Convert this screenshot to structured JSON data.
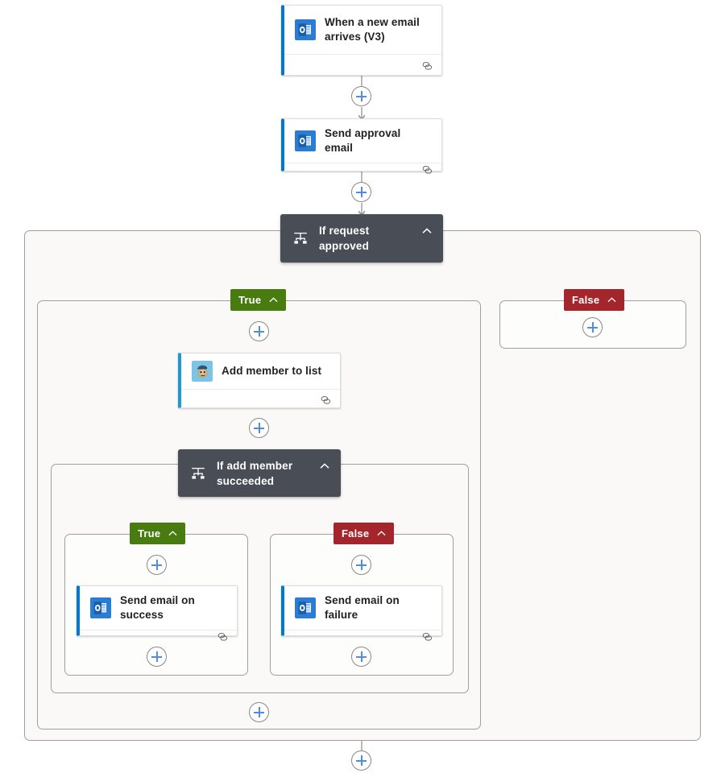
{
  "diagram": {
    "type": "power-automate-flow",
    "canvas_background": "#ffffff",
    "colors": {
      "accent_blue": "#0078d4",
      "mailchimp_teal": "#1d9bd1",
      "condition_dark": "#484d56",
      "true_green": "#487c10",
      "false_red": "#a4262c",
      "scope_background": "#faf9f8",
      "scope_border": "#a19f9d",
      "plus_glyph": "#4f8ede",
      "connector_line": "#979593"
    }
  },
  "nodes": {
    "trigger": {
      "title": "When a new email arrives (V3)",
      "icon": "outlook-icon",
      "footer_icon": "link-icon",
      "accent": "#0078d4"
    },
    "send_approval": {
      "title": "Send approval email",
      "icon": "outlook-icon",
      "footer_icon": "link-icon",
      "accent": "#0078d4"
    },
    "condition_outer": {
      "title": "If request approved",
      "icon": "condition-icon",
      "chevron": "chevron-up-icon"
    },
    "add_member": {
      "title": "Add member to list",
      "icon": "mailchimp-icon",
      "footer_icon": "link-icon",
      "accent": "#1d9bd1"
    },
    "condition_inner": {
      "title": "If add member succeeded",
      "icon": "condition-icon",
      "chevron": "chevron-up-icon"
    },
    "send_success": {
      "title": "Send email on success",
      "icon": "outlook-icon",
      "footer_icon": "link-icon",
      "accent": "#0078d4"
    },
    "send_failure": {
      "title": "Send email on failure",
      "icon": "outlook-icon",
      "footer_icon": "link-icon",
      "accent": "#0078d4"
    }
  },
  "branches": {
    "outer_true": {
      "label": "True",
      "chevron": "chevron-up-icon",
      "color": "#487c10"
    },
    "outer_false": {
      "label": "False",
      "chevron": "chevron-up-icon",
      "color": "#a4262c"
    },
    "inner_true": {
      "label": "True",
      "chevron": "chevron-up-icon",
      "color": "#487c10"
    },
    "inner_false": {
      "label": "False",
      "chevron": "chevron-up-icon",
      "color": "#a4262c"
    }
  },
  "add_buttons": [
    {
      "name": "add-step-after-trigger"
    },
    {
      "name": "add-step-after-send-approval"
    },
    {
      "name": "add-step-outer-true-top"
    },
    {
      "name": "add-step-outer-false"
    },
    {
      "name": "add-step-after-add-member"
    },
    {
      "name": "add-step-inner-true-top"
    },
    {
      "name": "add-step-inner-false-top"
    },
    {
      "name": "add-step-inner-true-bottom"
    },
    {
      "name": "add-step-inner-false-bottom"
    },
    {
      "name": "add-step-outer-true-bottom"
    },
    {
      "name": "add-step-flow-end"
    }
  ]
}
